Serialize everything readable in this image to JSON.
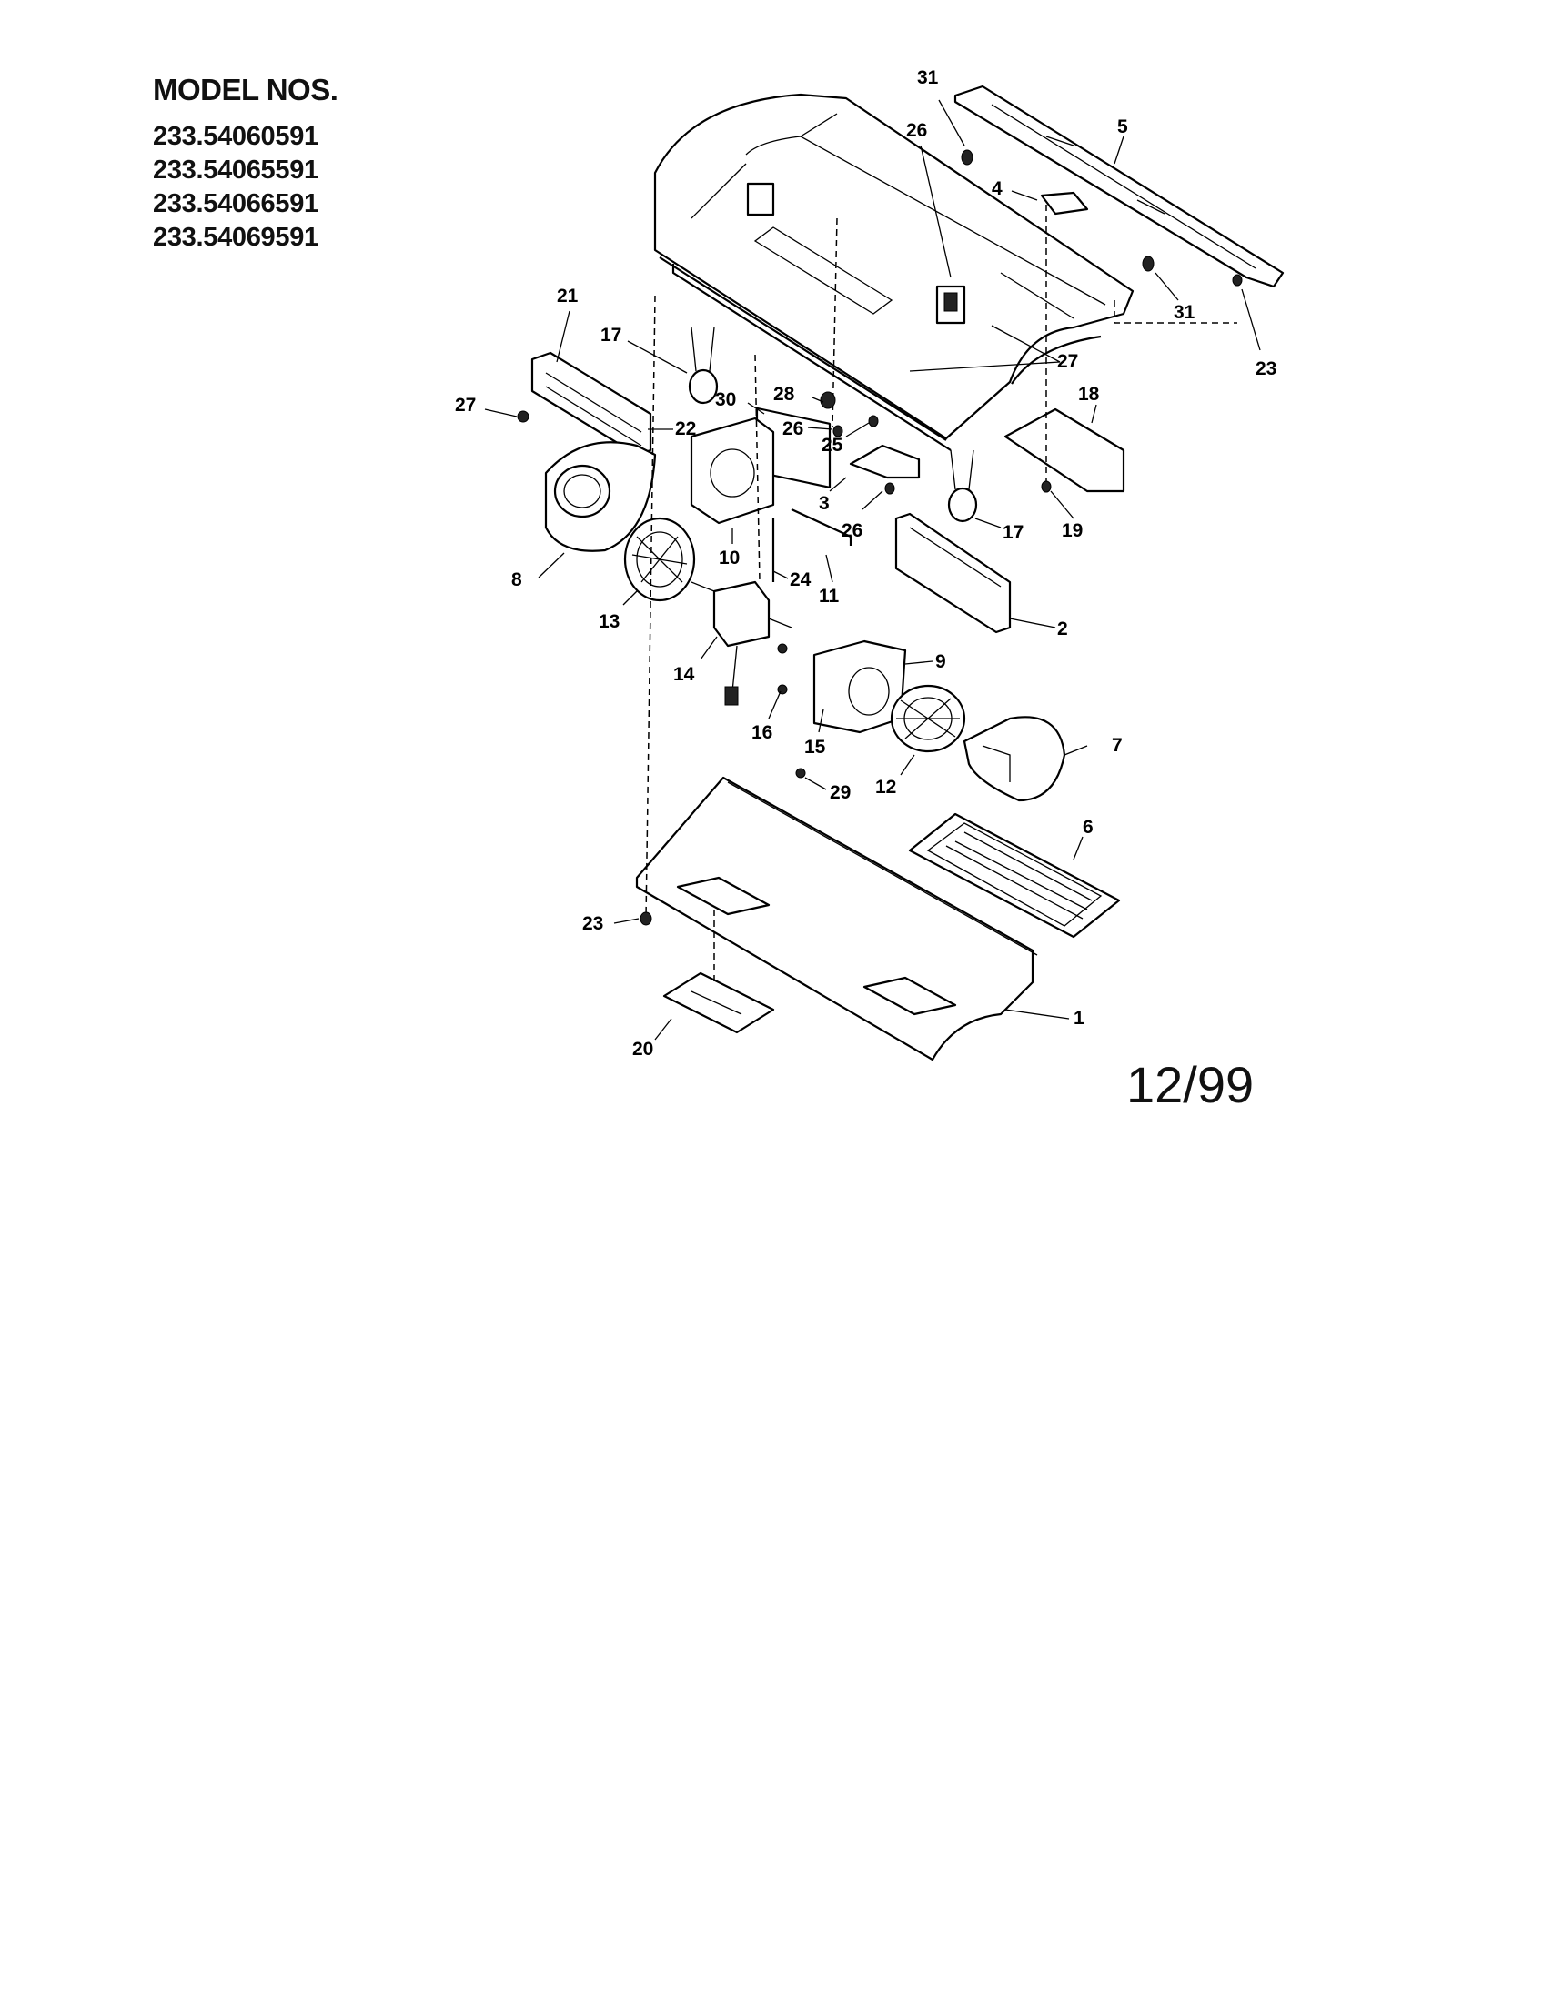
{
  "models": {
    "heading": "MODEL NOS.",
    "numbers": [
      "233.54060591",
      "233.54065591",
      "233.54066591",
      "233.54069591"
    ]
  },
  "date": "12/99",
  "callouts": [
    "31",
    "5",
    "26",
    "4",
    "31",
    "23",
    "27",
    "21",
    "17",
    "27",
    "22",
    "28",
    "30",
    "26",
    "25",
    "18",
    "3",
    "26",
    "17",
    "19",
    "8",
    "10",
    "24",
    "11",
    "13",
    "2",
    "14",
    "9",
    "16",
    "15",
    "7",
    "12",
    "29",
    "6",
    "23",
    "20",
    "1"
  ]
}
